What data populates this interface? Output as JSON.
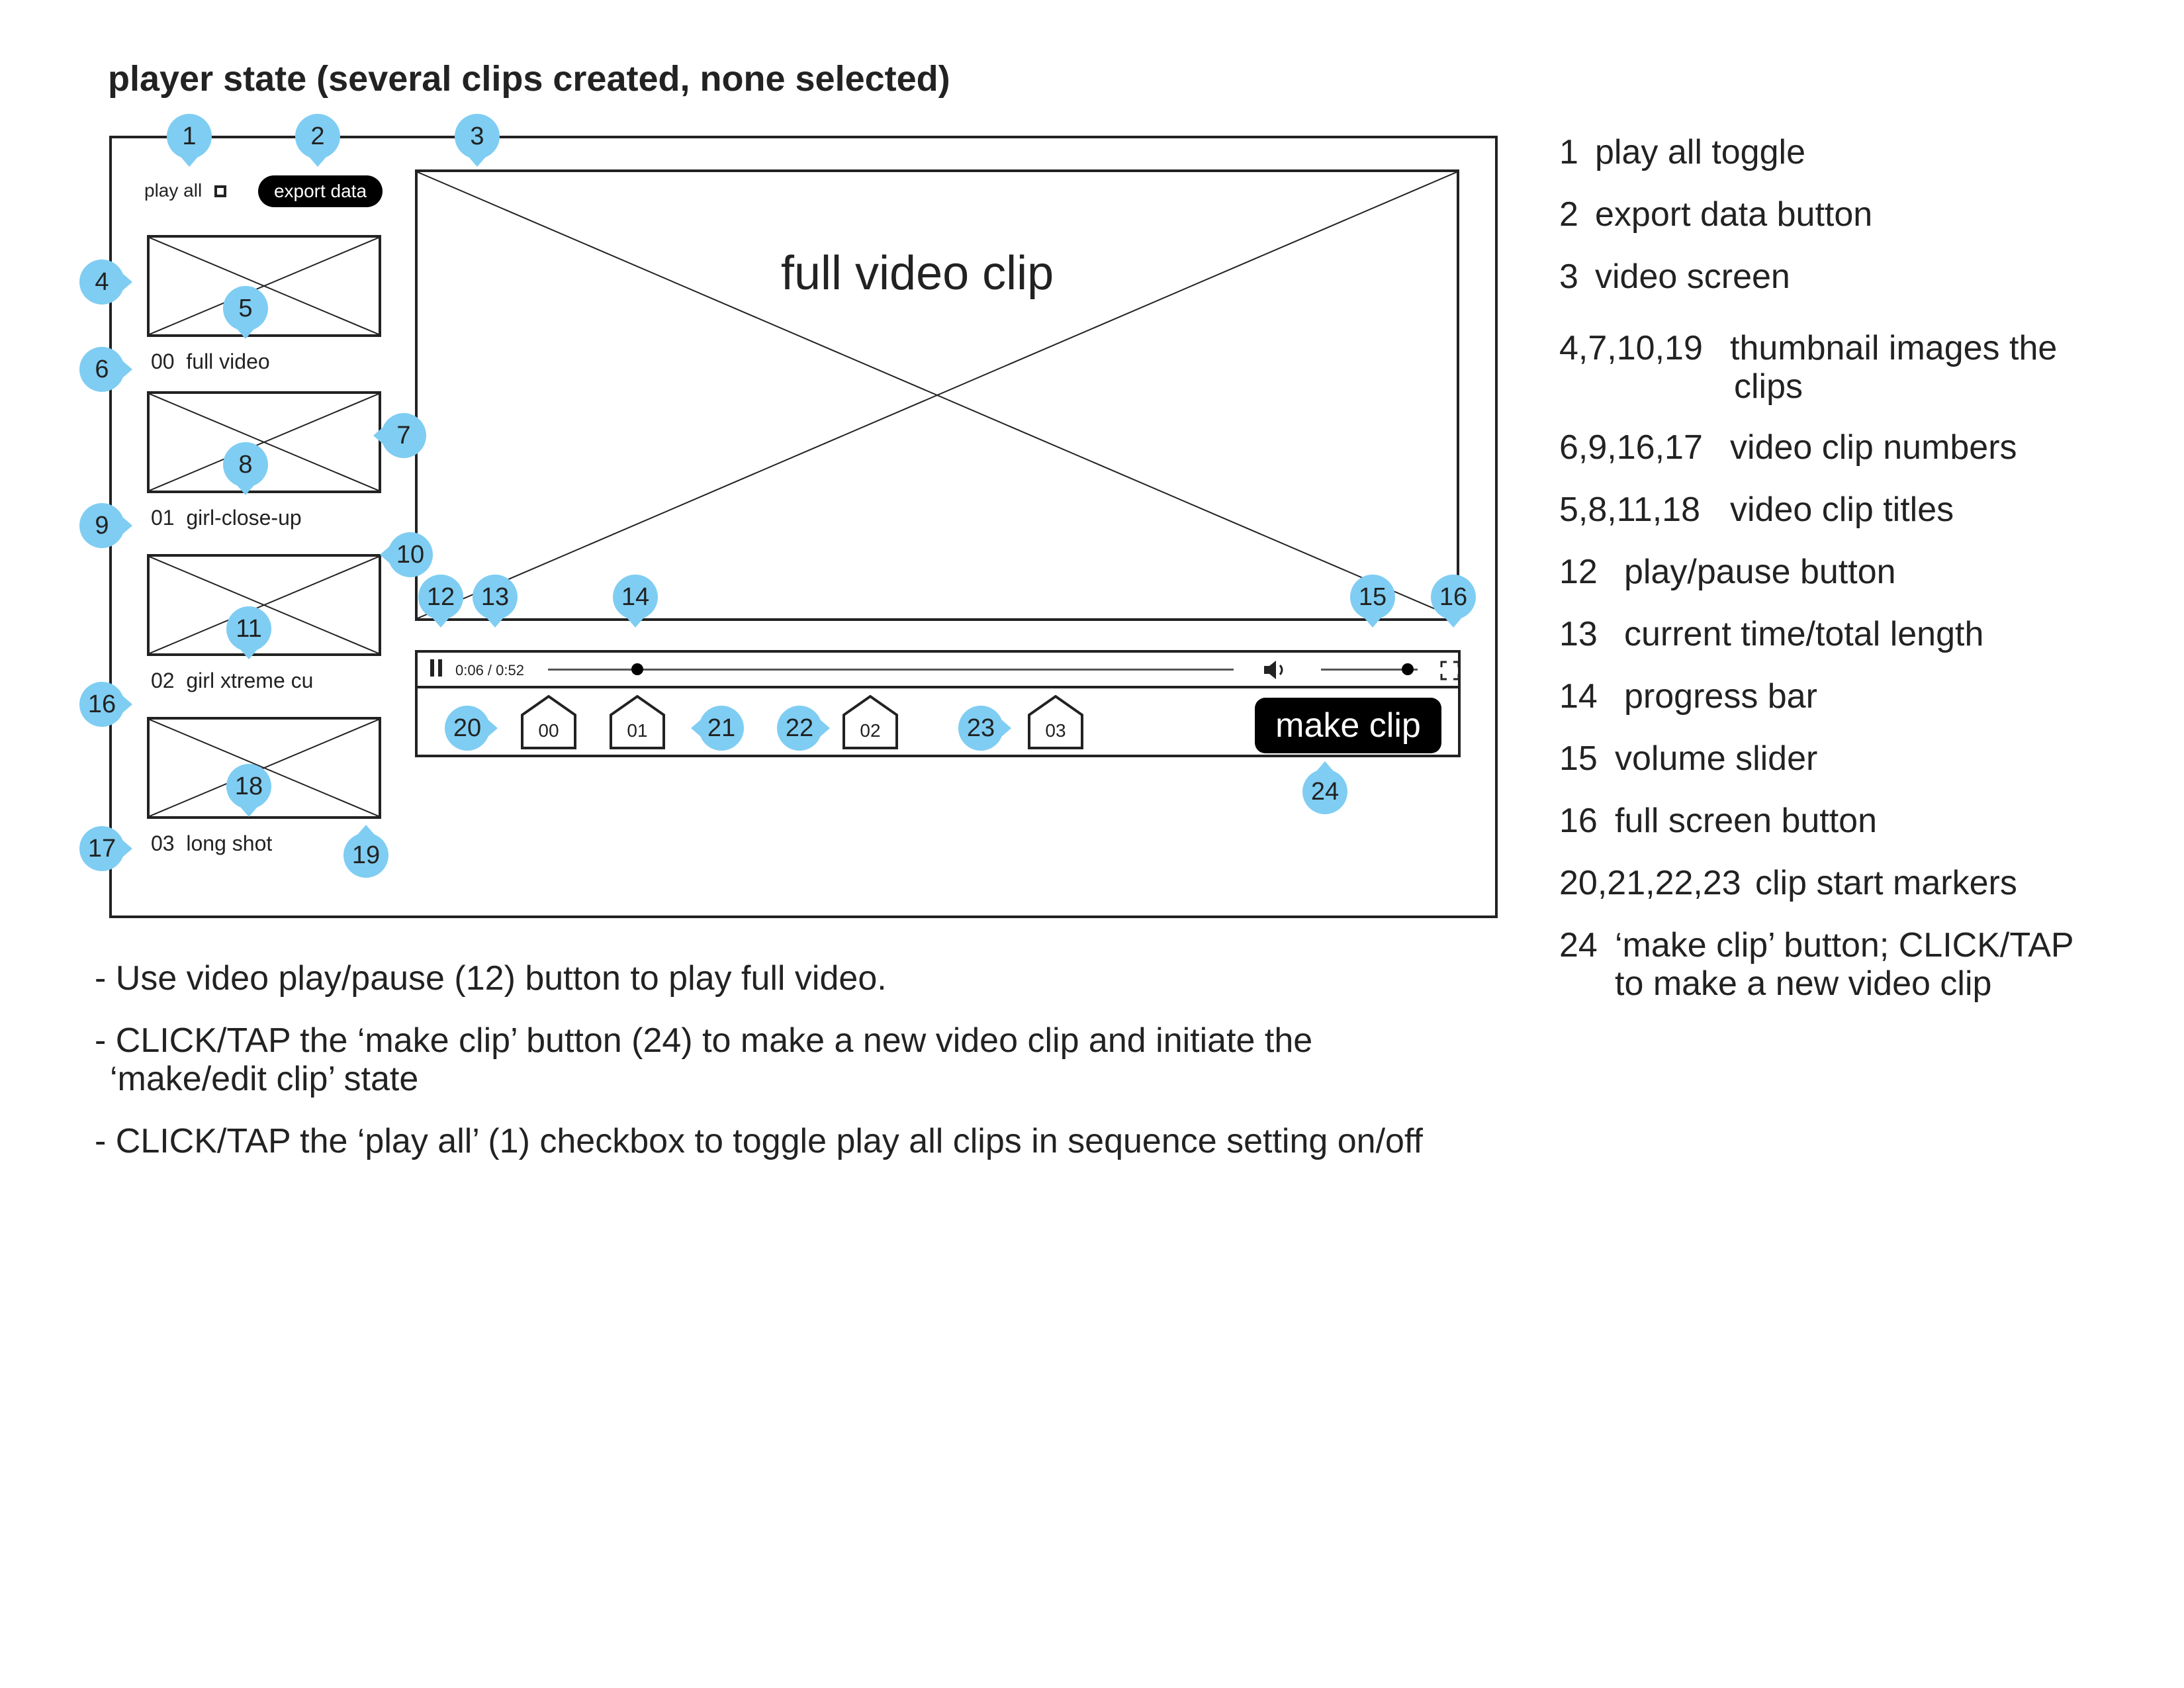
{
  "page_title": "player state (several clips created, none selected)",
  "sidebar": {
    "play_all_label": "play all",
    "export_label": "export data",
    "clips": [
      {
        "number": "00",
        "title": "full video"
      },
      {
        "number": "01",
        "title": "girl-close-up"
      },
      {
        "number": "02",
        "title": "girl xtreme cu"
      },
      {
        "number": "03",
        "title": "long shot"
      }
    ]
  },
  "video": {
    "screen_label": "full video clip"
  },
  "controls": {
    "time": "0:06 / 0:52",
    "progress_fraction": 0.13,
    "volume_fraction": 0.9,
    "markers": [
      "00",
      "01",
      "02",
      "03"
    ],
    "make_clip_label": "make clip"
  },
  "callouts": [
    "1",
    "2",
    "3",
    "4",
    "5",
    "6",
    "7",
    "8",
    "9",
    "10",
    "11",
    "12",
    "13",
    "14",
    "15",
    "16",
    "17",
    "18",
    "19",
    "20",
    "21",
    "22",
    "23",
    "24"
  ],
  "legend": [
    {
      "num": "1",
      "text": "play all toggle"
    },
    {
      "num": "2",
      "text": "export data button"
    },
    {
      "num": "3",
      "text": "video screen"
    },
    {
      "num": "4,7,10,19",
      "text": "thumbnail images the",
      "text2": "clips"
    },
    {
      "num": "6,9,16,17",
      "text": "video clip numbers"
    },
    {
      "num": "5,8,11,18",
      "text": "video clip titles"
    },
    {
      "num": "12",
      "text": "play/pause button"
    },
    {
      "num": "13",
      "text": "current time/total length"
    },
    {
      "num": "14",
      "text": "progress bar"
    },
    {
      "num": "15",
      "text": "volume slider"
    },
    {
      "num": "16",
      "text": "full screen button"
    },
    {
      "num": "20,21,22,23",
      "text": "clip start markers"
    },
    {
      "num": "24",
      "text": "‘make clip’ button; CLICK/TAP",
      "text2": "to make a new video clip"
    }
  ],
  "notes": [
    "- Use video play/pause (12) button to play full video.",
    "- CLICK/TAP the ‘make clip’ button (24) to make a new video clip and initiate the",
    "‘make/edit clip’ state",
    "- CLICK/TAP the ‘play all’ (1) checkbox to toggle play all clips in sequence setting on/off"
  ],
  "colors": {
    "callout": "#7fcdf2",
    "stroke": "#222222",
    "button": "#000000"
  },
  "icons": {
    "pause": "pause-icon",
    "volume": "volume-icon",
    "fullscreen": "fullscreen-icon"
  }
}
